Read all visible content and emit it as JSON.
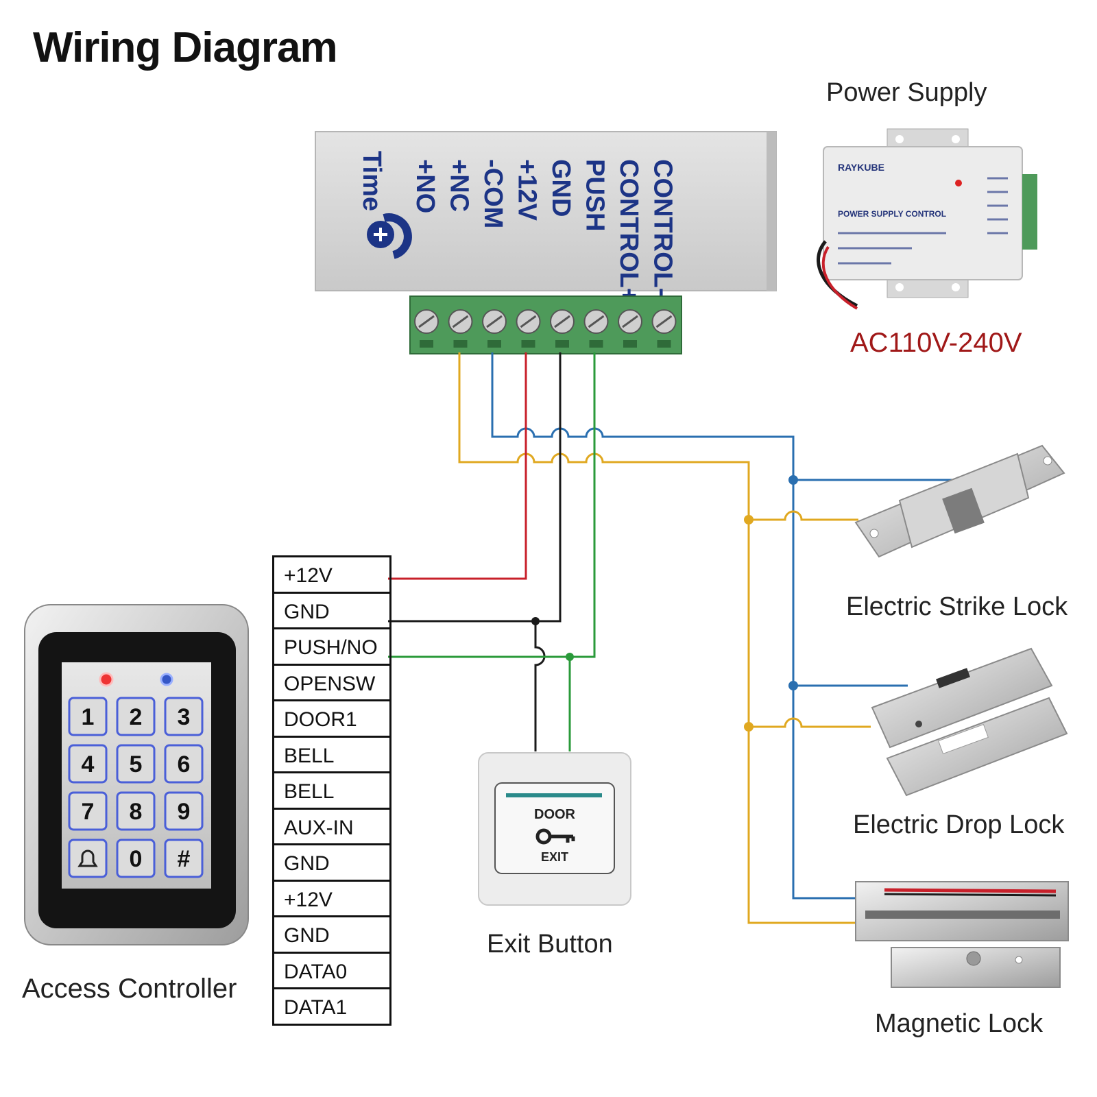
{
  "title": "Wiring Diagram",
  "power_supply": {
    "caption": "Power Supply",
    "input_label": "AC110V-240V",
    "device_brand": "RAYKUBE",
    "device_text": "POWER SUPPLY CONTROL"
  },
  "control_box": {
    "time_label": "Time",
    "terminals": [
      "+NO",
      "+NC",
      "-COM",
      "+12V",
      "GND",
      "PUSH",
      "CONTROL+",
      "CONTROL-"
    ]
  },
  "access_controller": {
    "caption": "Access Controller",
    "terminals": [
      "+12V",
      "GND",
      "PUSH/NO",
      "OPENSW",
      "DOOR1",
      "BELL",
      "BELL",
      "AUX-IN",
      "GND",
      "+12V",
      "GND",
      "DATA0",
      "DATA1"
    ],
    "keypad": [
      "1",
      "2",
      "3",
      "4",
      "5",
      "6",
      "7",
      "8",
      "9",
      "bell",
      "0",
      "#"
    ]
  },
  "exit_button": {
    "caption": "Exit Button",
    "top_text": "DOOR",
    "bottom_text": "EXIT"
  },
  "locks": [
    {
      "caption": "Electric Strike Lock"
    },
    {
      "caption": "Electric Drop Lock"
    },
    {
      "caption": "Magnetic Lock"
    }
  ],
  "wire_colors": {
    "red": "#c8202a",
    "black": "#1a1a1a",
    "green": "#2a9a3a",
    "blue": "#2a6fb0",
    "yellow": "#e0a820"
  }
}
